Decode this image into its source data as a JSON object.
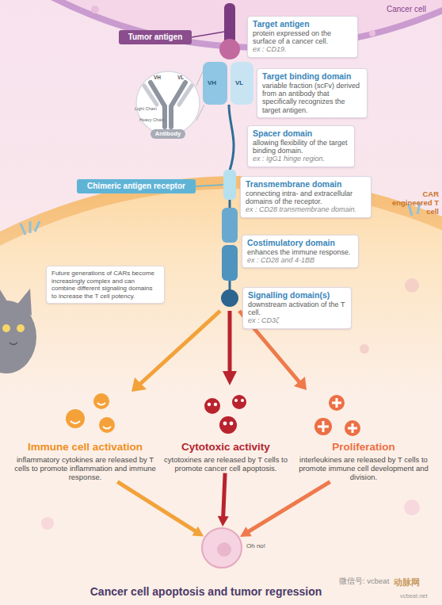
{
  "diagram": {
    "caption": "Cancer cell apoptosis and tumor regression",
    "nodes": [
      {
        "text": [
          "Tumor antigen"
        ]
      },
      {
        "text": [
          "Target antigen",
          "protein expressed on the surface of a cancer cell.",
          "ex : CD19."
        ]
      },
      {
        "text": [
          "Target binding domain",
          "variable fraction (scFv) derived from an antibody that specifically recognizes the target antigen."
        ]
      },
      {
        "text": [
          "Spacer domain",
          "allowing flexibility of the target binding domain.",
          "ex : IgG1 hinge region."
        ]
      },
      {
        "text": [
          "Chimeric antigen receptor"
        ]
      },
      {
        "text": [
          "Transmembrane domain",
          "connecting intra- and extracellular domains of the receptor.",
          "ex : CD28 transmembrane domain."
        ]
      },
      {
        "text": [
          "Costimulatory domain",
          "enhances the immune response.",
          "ex : CD28 and 4-1BB"
        ]
      },
      {
        "text": [
          "Future generations of CARs become increasingly complex and can combine different signaling domains to increase the T cell potency."
        ]
      },
      {
        "text": [
          "Signalling domain(s)",
          "downstream activation of the T cell.",
          "ex : CD3ζ"
        ]
      },
      {
        "text": [
          "Immune cell activation",
          "inflammatory cytokines are released by T cells to promote inflammation and immune response."
        ]
      },
      {
        "text": [
          "Cytotoxic activity",
          "cytotoxines are released by T cells to promote cancer cell apoptosis."
        ]
      },
      {
        "text": [
          "Proliferation",
          "interleukines are released by T cells to promote immune cell development and division."
        ]
      },
      {
        "text": [
          "Oh no!"
        ]
      }
    ],
    "edges": [
      {
        "from": 9,
        "to": 12,
        "arrow": "to"
      },
      {
        "from": 10,
        "to": 12,
        "arrow": "to"
      },
      {
        "from": 11,
        "to": 12,
        "arrow": "to"
      }
    ],
    "labels": [
      "Cancer cell",
      "VH",
      "VL",
      "Light Chain",
      "Heavy Chain",
      "Antibody",
      "VH",
      "VL",
      "CAR engineered T cell",
      "微信号: vcbeat",
      "动脉网",
      "vcbeat.net"
    ]
  }
}
